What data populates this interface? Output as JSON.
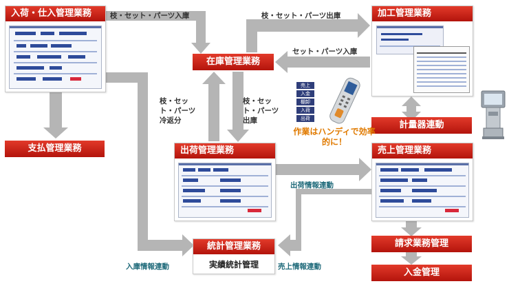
{
  "boxes": {
    "nyuka": "入荷・仕入管理業務",
    "shiharai": "支払管理業務",
    "zaiko": "在庫管理業務",
    "kako": "加工管理業務",
    "keiryoki": "計量器連動",
    "shukka": "出荷管理業務",
    "uriage": "売上管理業務",
    "tokei": "統計管理業務",
    "jisseki": "実績統計管理",
    "seikyu": "請求業務管理",
    "nyukin": "入金管理"
  },
  "arrows": {
    "nyuko_top": "枝・セット・パーツ入庫",
    "shukko_top": "枝・セット・パーツ出庫",
    "set_nyuko": "セット・パーツ入庫",
    "reitou": "枝・セット・パーツ冷返分",
    "shukko_mid": "枝・セット・パーツ出庫",
    "shukka_joho": "出荷情報連動",
    "nyuko_joho": "入庫情報連動",
    "uriage_joho": "売上情報連動"
  },
  "handy": {
    "note": "作業はハンディで効率的に！",
    "stamps": [
      "売上",
      "入金",
      "棚卸",
      "入荷",
      "出荷"
    ]
  },
  "colors": {
    "header_red": "#c8201a",
    "arrow_gray": "#b3b3b3",
    "note_orange": "#e07a00",
    "label_teal": "#1f6a7a"
  }
}
